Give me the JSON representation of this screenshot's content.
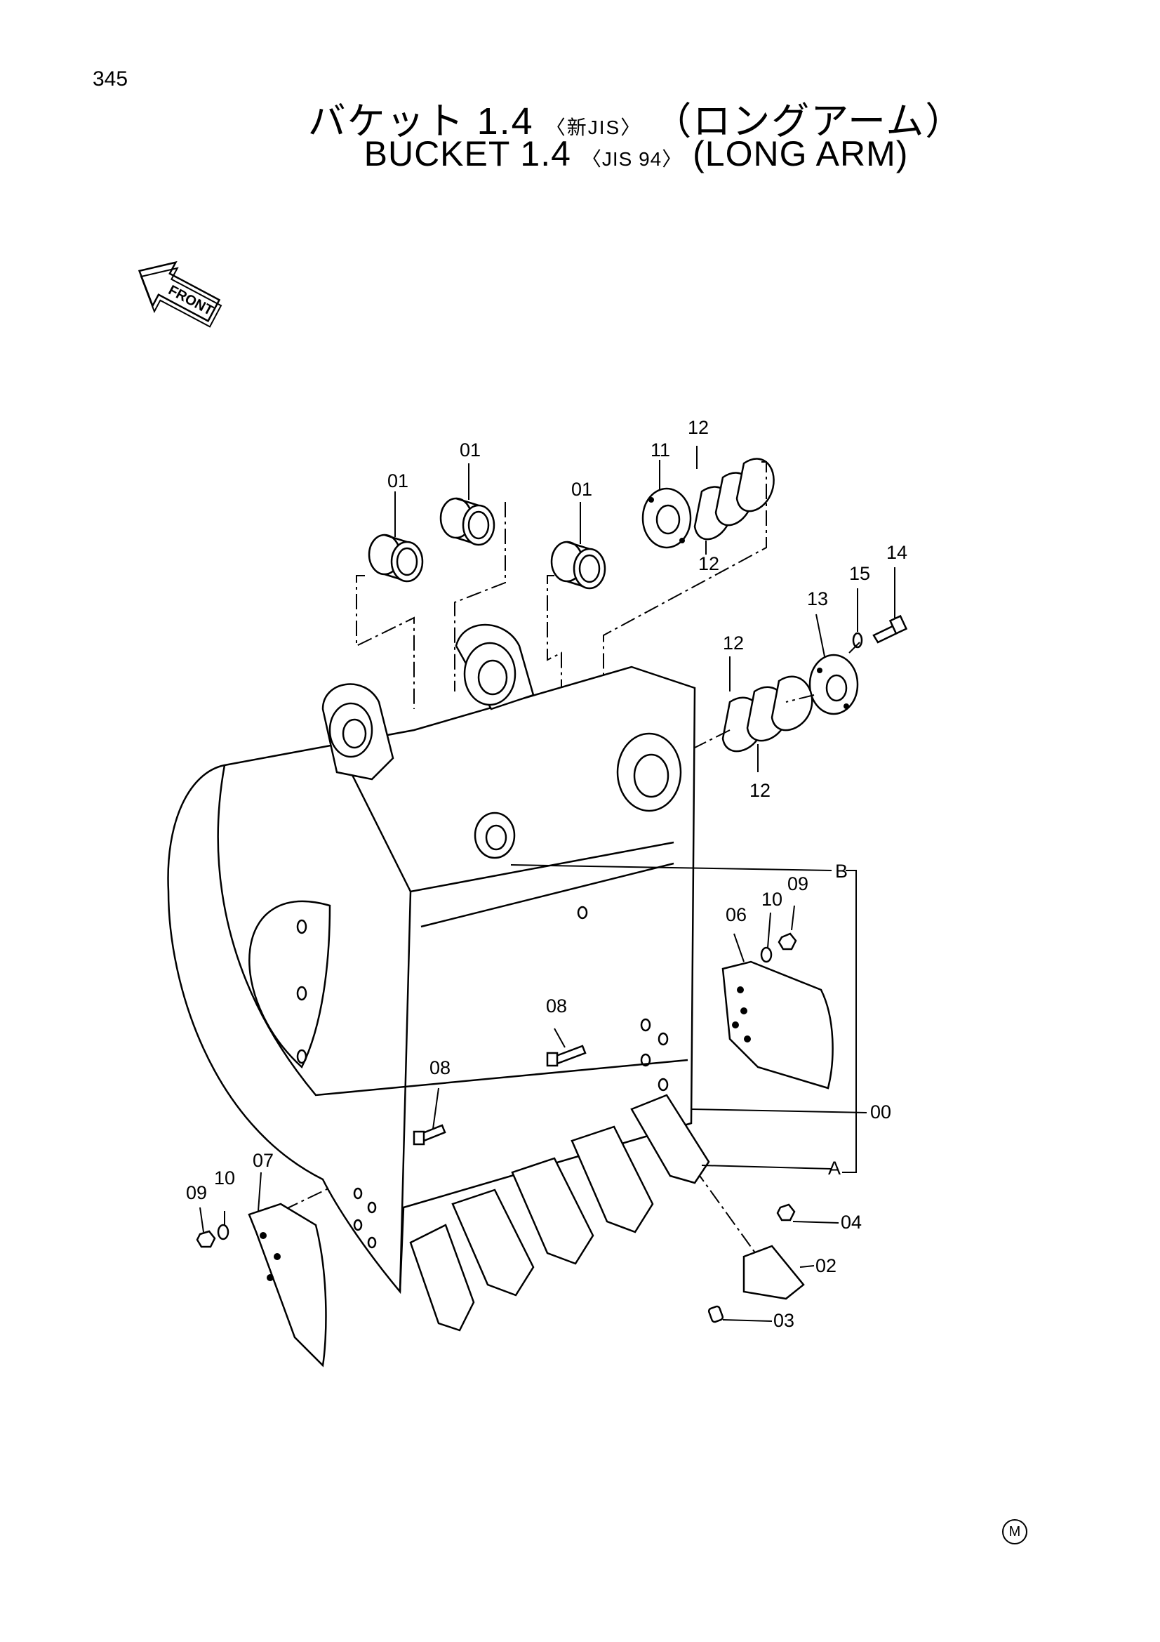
{
  "page_number": "345",
  "title": {
    "jp_main": "バケット 1.4",
    "jp_std": "〈新JIS〉",
    "jp_arm": "（ロングアーム）",
    "en_main": "BUCKET 1.4",
    "en_std": "〈JIS 94〉",
    "en_arm": "(LONG ARM)"
  },
  "front_arrow": {
    "label": "FRONT",
    "icon": "front-arrow-icon"
  },
  "callouts": {
    "c01a": "01",
    "c01b": "01",
    "c01c": "01",
    "c11": "11",
    "c12a": "12",
    "c12b": "12",
    "c12c": "12",
    "c12d": "12",
    "c13": "13",
    "c14": "14",
    "c15": "15",
    "cB": "B",
    "c09a": "09",
    "c10a": "10",
    "c06": "06",
    "c08a": "08",
    "c08b": "08",
    "c00": "00",
    "cA": "A",
    "c07": "07",
    "c09b": "09",
    "c10b": "10",
    "c04": "04",
    "c02": "02",
    "c03": "03"
  },
  "mark": "M"
}
